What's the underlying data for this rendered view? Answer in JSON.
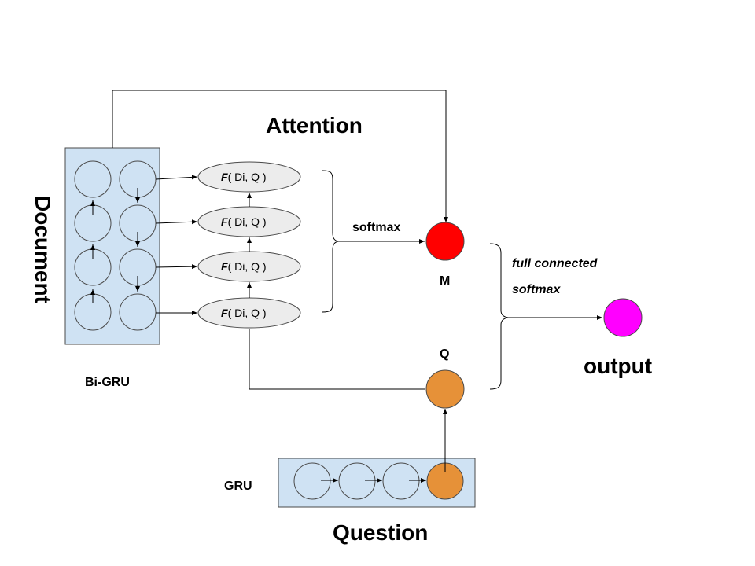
{
  "colors": {
    "box_fill": "#cfe2f3",
    "box_stroke": "#4a4a4a",
    "cell_fill": "#cfe2f3",
    "score_fill": "#ececec",
    "m_node": "#ff0000",
    "q_node": "#e69138",
    "output_node": "#ff00ff"
  },
  "labels": {
    "attention": "Attention",
    "document": "Document",
    "bi_gru": "Bi-GRU",
    "softmax": "softmax",
    "m": "M",
    "q": "Q",
    "full_connected": "full connected",
    "softmax2": "softmax",
    "output": "output",
    "gru": "GRU",
    "question": "Question"
  },
  "scores": [
    {
      "f": "F",
      "args": "( Di, Q )"
    },
    {
      "f": "F",
      "args": "( Di, Q )"
    },
    {
      "f": "F",
      "args": "( Di, Q )"
    },
    {
      "f": "F",
      "args": "( Di, Q )"
    }
  ],
  "icons": {
    "doc_cell": "circle",
    "score_node": "ellipse",
    "m_node": "circle",
    "q_node": "circle",
    "output_node": "circle",
    "question_cell": "circle"
  }
}
